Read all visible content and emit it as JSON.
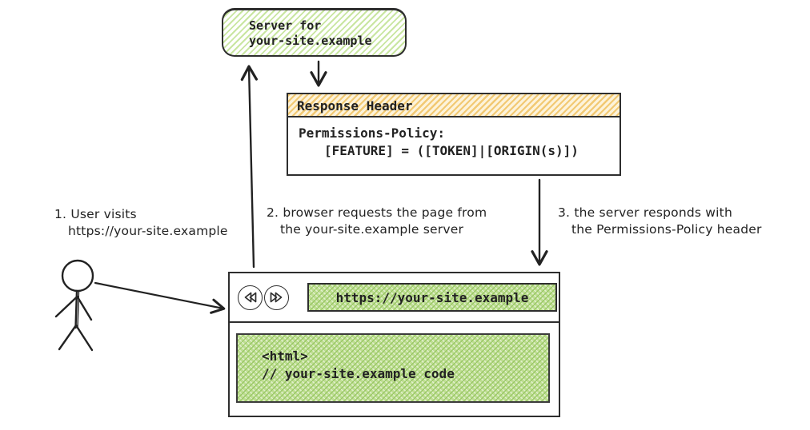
{
  "title": "Permissions-Policy header flow diagram",
  "server_box": {
    "line1": "Server for",
    "line2": "your-site.example"
  },
  "response_header": {
    "title": "Response Header",
    "policy_line1": "Permissions-Policy:",
    "policy_line2": "[FEATURE] = ([TOKEN]|[ORIGIN(s)])"
  },
  "steps": [
    {
      "line1": "1. User visits",
      "line2": "https://your-site.example"
    },
    {
      "line1": "2. browser requests the page from",
      "line2": "the your-site.example server"
    },
    {
      "line1": "3. the server responds with",
      "line2": "the Permissions-Policy header"
    }
  ],
  "browser": {
    "back_icon": "rewind-icon",
    "forward_icon": "fast-forward-icon",
    "url": "https://your-site.example",
    "code_line1": "<html>",
    "code_line2": "// your-site.example code"
  },
  "colors": {
    "ink": "#222222",
    "box_border": "#2e2e2e",
    "green_hatch_line": "#c9e6a1",
    "green_cross_bg": "#bede92",
    "orange_hatch_line": "#f2c973",
    "orange_hatch_bg": "#fdf3da"
  }
}
